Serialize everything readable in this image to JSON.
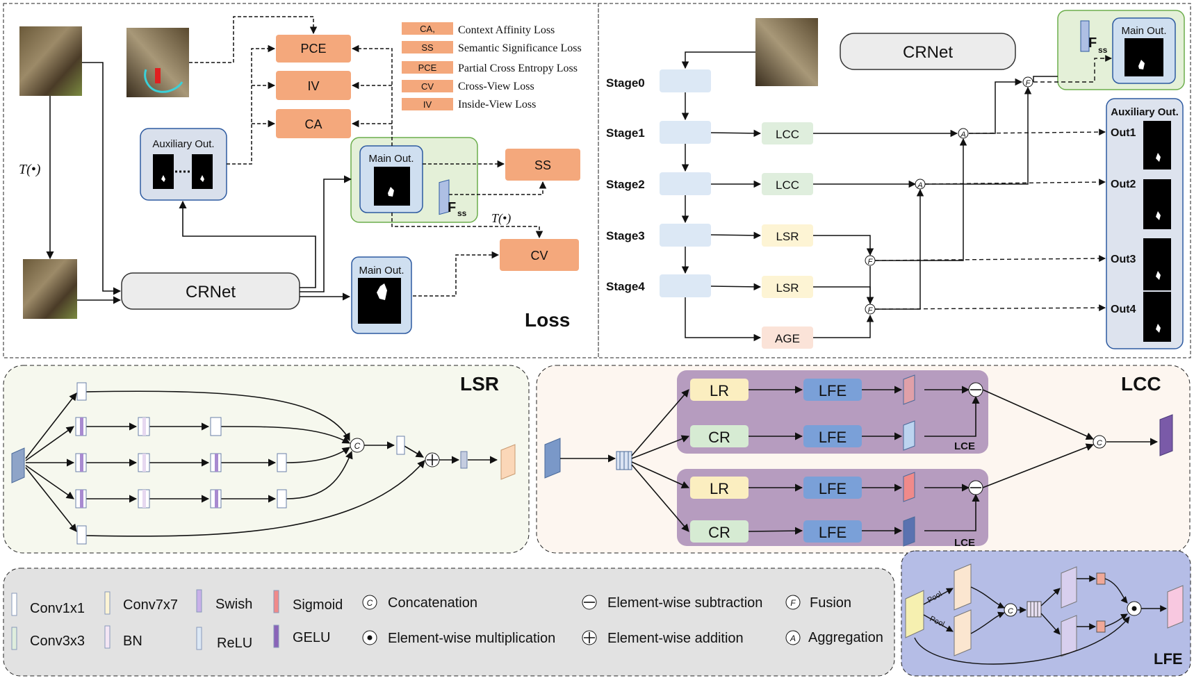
{
  "top_left": {
    "crnet": "CRNet",
    "transform": "T(•)",
    "transform2": "T(•)",
    "aux_out": "Auxiliary Out.",
    "main_out": "Main Out.",
    "main_out2": "Main Out.",
    "fss": "F",
    "fss_sub": "ss",
    "loss_title": "Loss",
    "loss_boxes": {
      "pce": "PCE",
      "iv": "IV",
      "ca": "CA",
      "ss": "SS",
      "cv": "CV"
    },
    "legend": [
      {
        "abbr": "CA,",
        "text": "Context Affinity Loss"
      },
      {
        "abbr": "SS",
        "text": "Semantic Significance Loss"
      },
      {
        "abbr": "PCE",
        "text": "Partial Cross Entropy Loss"
      },
      {
        "abbr": "CV",
        "text": "Cross-View Loss"
      },
      {
        "abbr": "IV",
        "text": "Inside-View Loss"
      }
    ]
  },
  "top_right": {
    "crnet": "CRNet",
    "stages": [
      "Stage0",
      "Stage1",
      "Stage2",
      "Stage3",
      "Stage4"
    ],
    "modules": [
      "LCC",
      "LCC",
      "LSR",
      "LSR",
      "AGE"
    ],
    "main_out": "Main Out.",
    "fss": "F",
    "fss_sub": "ss",
    "aux_out": "Auxiliary Out.",
    "outs": [
      "Out1",
      "Out2",
      "Out3",
      "Out4"
    ],
    "sym_fusion": "F",
    "sym_agg": "A"
  },
  "lsr": {
    "title": "LSR",
    "sym_concat": "C"
  },
  "lcc": {
    "title": "LCC",
    "lr": "LR",
    "cr": "CR",
    "lfe": "LFE",
    "lce": "LCE",
    "sym_concat": "C"
  },
  "legend_panel": {
    "items": [
      "Conv1x1",
      "Conv7x7",
      "Swish",
      "Sigmoid",
      "Concatenation",
      "Element-wise subtraction",
      "Fusion",
      "Conv3x3",
      "BN",
      "ReLU",
      "GELU",
      "Element-wise multiplication",
      "Element-wise addition",
      "Aggregation"
    ],
    "sym_concat": "C",
    "sym_fusion": "F",
    "sym_agg": "A"
  },
  "lfe": {
    "title": "LFE",
    "pool": "Pool",
    "sym_concat": "C"
  },
  "colors": {
    "loss_orange": "#f4a87c",
    "green_panel": "#e4f0d8",
    "blue_panel": "#cfdff0",
    "aux_panel": "#dde3ee",
    "stage_block": "#dce8f5",
    "lcc_green": "#dfeedd",
    "lsr_yellow": "#fdf4d4",
    "age_pink": "#fbe3d8",
    "lsr_bg": "#f6f8ee",
    "lcc_bg": "#fdf6f0",
    "purple_panel": "#b69cbf",
    "lfe_bg": "#b5bde6",
    "legend_bg": "#e2e2e2",
    "lfe_blue": "#7aa0d8",
    "lr_yellow": "#fbeec0",
    "cr_green": "#d6ebd3"
  }
}
